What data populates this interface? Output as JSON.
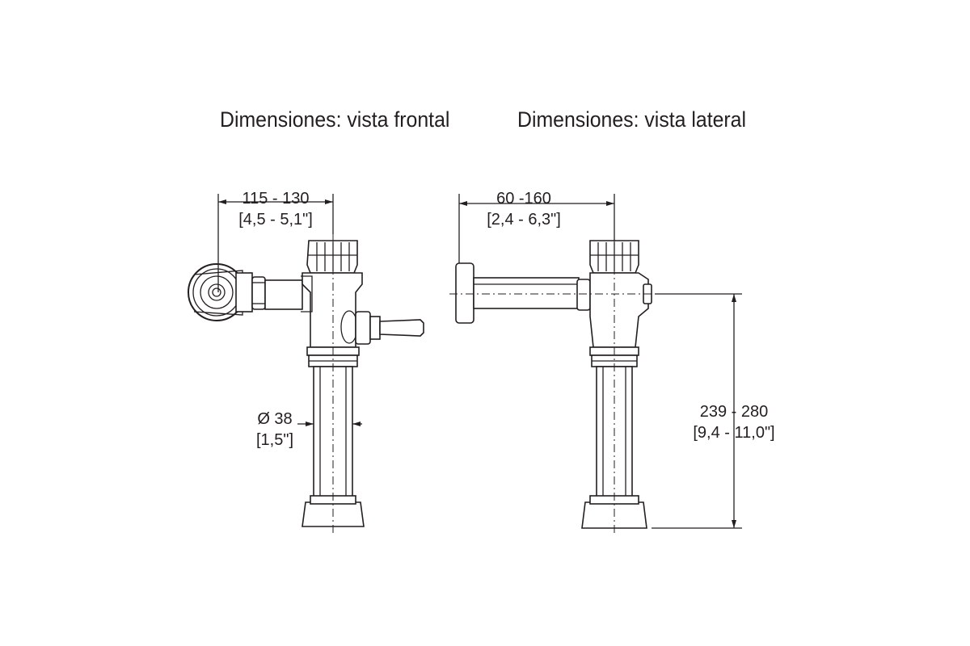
{
  "titles": {
    "front": "Dimensiones: vista frontal",
    "side": "Dimensiones: vista lateral"
  },
  "dimensions": {
    "front_width": {
      "metric": "115 - 130",
      "imperial": "[4,5 - 5,1\"]"
    },
    "diameter": {
      "metric": "Ø 38",
      "imperial": "[1,5\"]"
    },
    "side_width": {
      "metric": "60 -160",
      "imperial": "[2,4 - 6,3\"]"
    },
    "height": {
      "metric": "239 - 280",
      "imperial": "[9,4 - 11,0\"]"
    }
  },
  "colors": {
    "line": "#231f20",
    "background": "#ffffff"
  }
}
